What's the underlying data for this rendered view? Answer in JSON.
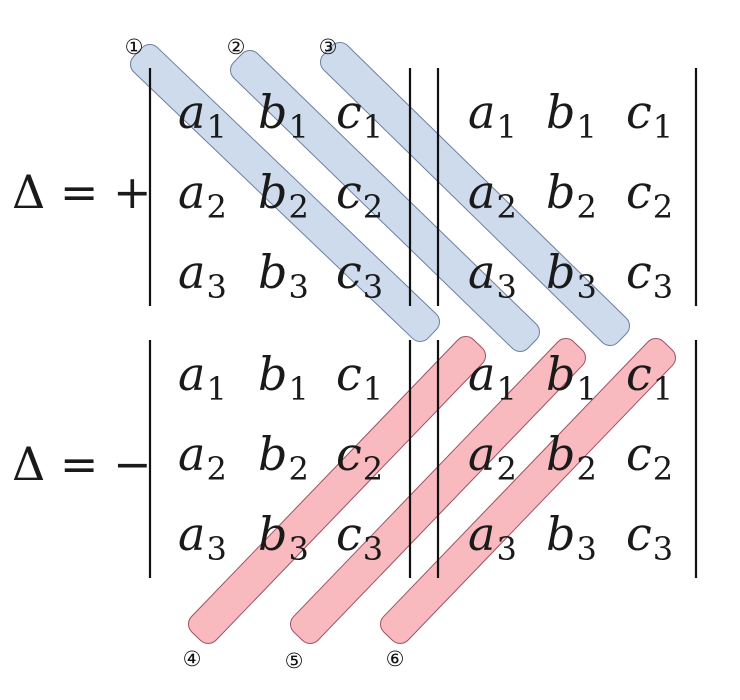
{
  "lhs": {
    "plus": "Δ = +",
    "minus": "Δ = −"
  },
  "matrix": [
    [
      {
        "v": "a",
        "s": "1"
      },
      {
        "v": "b",
        "s": "1"
      },
      {
        "v": "c",
        "s": "1"
      }
    ],
    [
      {
        "v": "a",
        "s": "2"
      },
      {
        "v": "b",
        "s": "2"
      },
      {
        "v": "c",
        "s": "2"
      }
    ],
    [
      {
        "v": "a",
        "s": "3"
      },
      {
        "v": "b",
        "s": "3"
      },
      {
        "v": "c",
        "s": "3"
      }
    ]
  ],
  "labels": [
    "①",
    "②",
    "③",
    "④",
    "⑤",
    "⑥"
  ],
  "colors": {
    "positive_band": "#c5d5ea",
    "positive_stroke": "#6a7fa0",
    "negative_band": "#f5a0a6",
    "negative_stroke": "#a05060",
    "bar": "#111111"
  }
}
